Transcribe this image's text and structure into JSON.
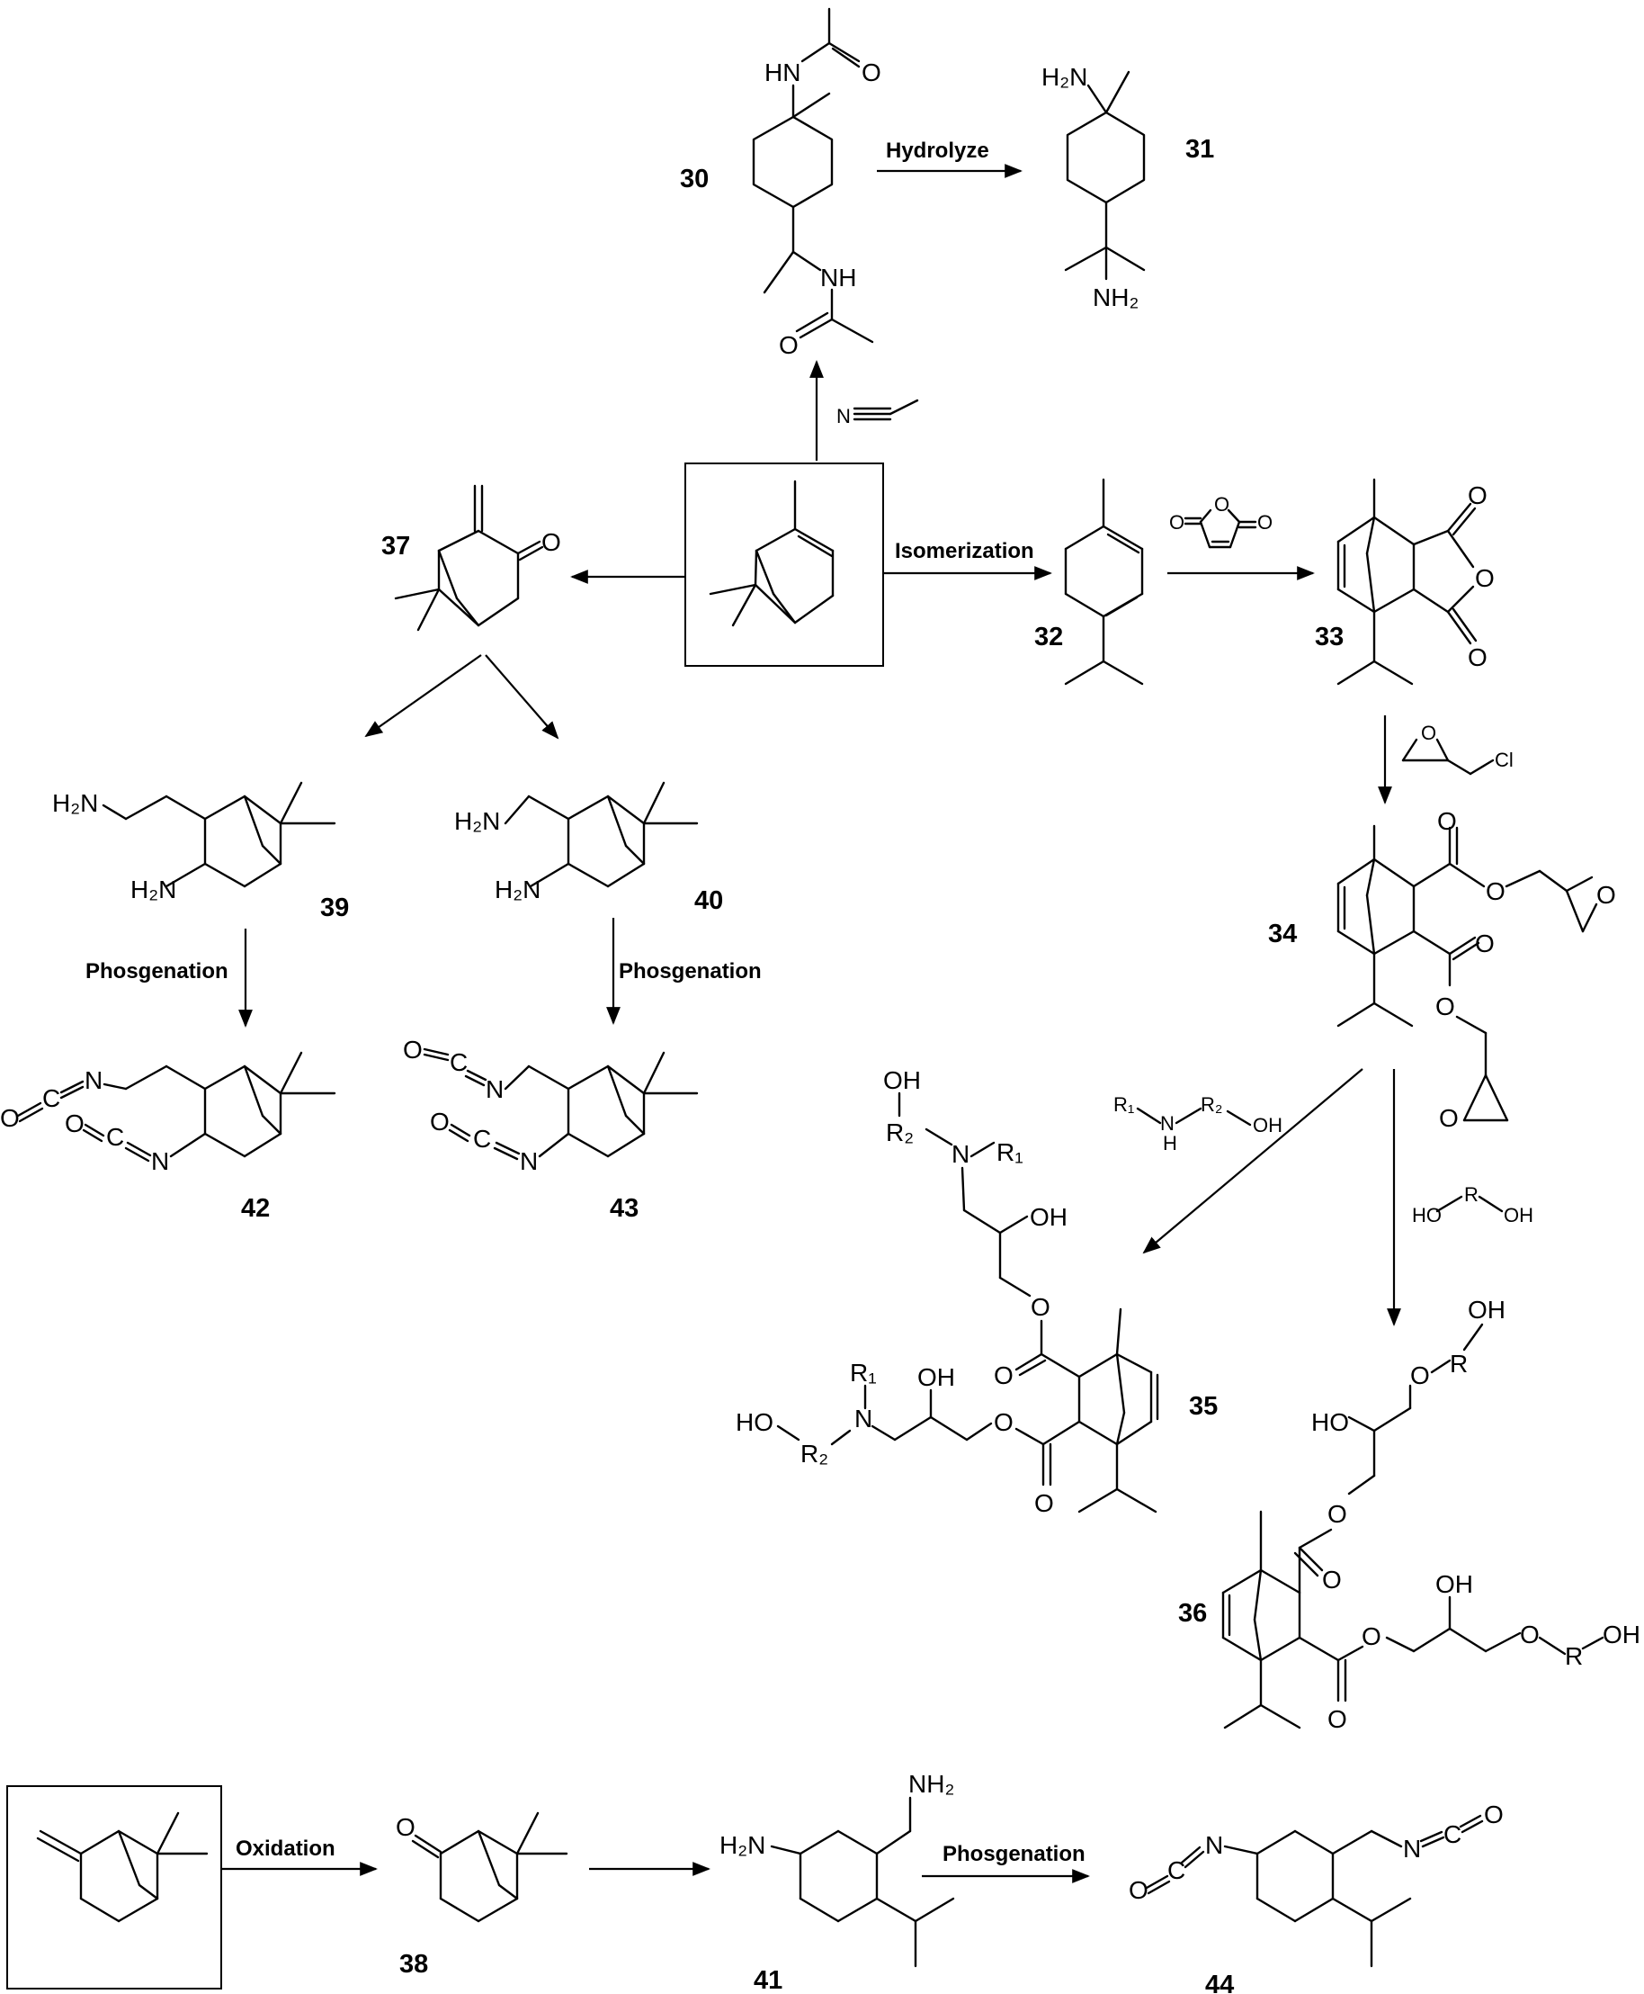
{
  "compounds": {
    "c30": "30",
    "c31": "31",
    "c32": "32",
    "c33": "33",
    "c34": "34",
    "c35": "35",
    "c36": "36",
    "c37": "37",
    "c38": "38",
    "c39": "39",
    "c40": "40",
    "c41": "41",
    "c42": "42",
    "c43": "43",
    "c44": "44"
  },
  "conditions": {
    "hydrolyze": "Hydrolyze",
    "isomerization": "Isomerization",
    "phosgenation": "Phosgenation",
    "oxidation": "Oxidation"
  },
  "atoms": {
    "HN": "HN",
    "NH": "NH",
    "NH2": "NH₂",
    "H2N": "H₂N",
    "O": "O",
    "N": "N",
    "C": "C",
    "OH": "OH",
    "HO": "HO",
    "Cl": "Cl",
    "R": "R",
    "R1": "R₁",
    "R2": "R₂",
    "H": "H"
  }
}
